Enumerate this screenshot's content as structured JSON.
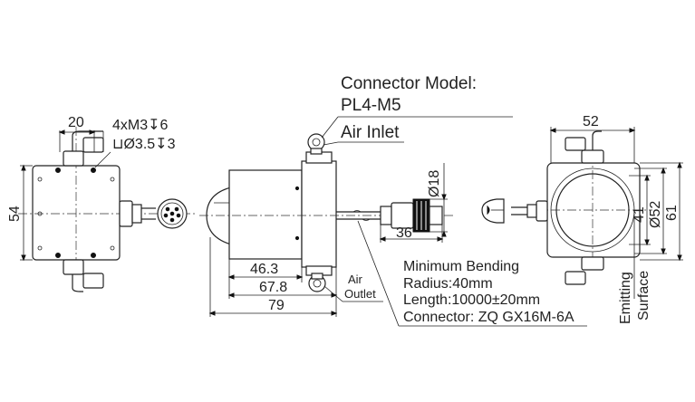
{
  "labels": {
    "connector_model_line1": "Connector Model:",
    "connector_model_line2": "PL4-M5",
    "air_inlet": "Air Inlet",
    "air_outlet_line1": "Air",
    "air_outlet_line2": "Outlet",
    "min_bending": "Minimum Bending",
    "radius": "Radius:40mm",
    "length": "Length:10000±20mm",
    "connector": "Connector:  ZQ GX16M-6A",
    "emitting_line1": "Emitting",
    "emitting_line2": "Surface"
  },
  "dimensions": {
    "left_width": "20",
    "left_holes_line1": "4xM3↧6",
    "left_holes_line2": "⊔Ø3.5↧3",
    "left_height": "54",
    "cable_dia": "Ø18",
    "connector_len": "36",
    "d_46_3": "46.3",
    "d_67_8": "67.8",
    "d_79": "79",
    "right_width": "52",
    "d_41": "41",
    "d_dia52": "Ø52",
    "d_61": "61"
  }
}
